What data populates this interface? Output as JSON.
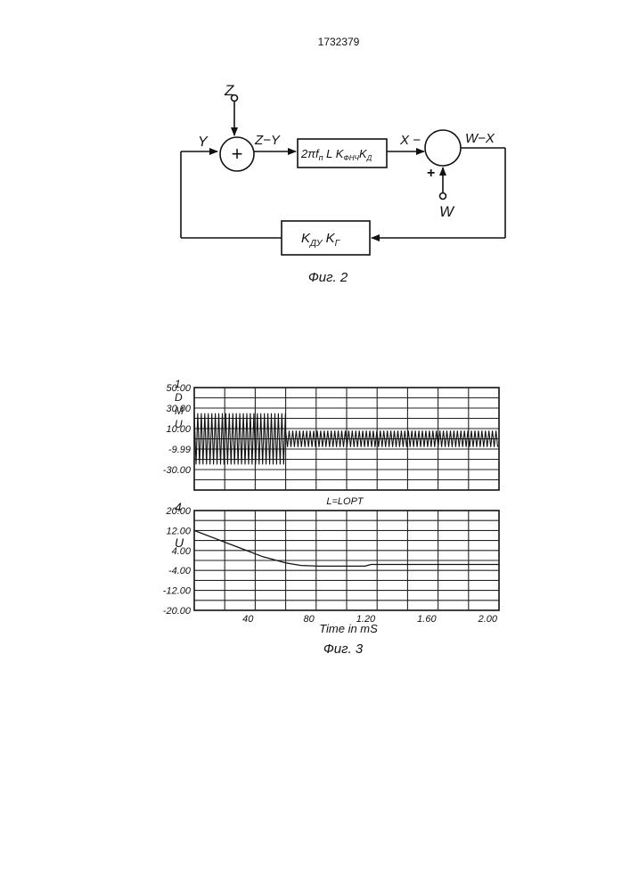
{
  "doc": {
    "number": "1732379"
  },
  "fig2": {
    "caption": "Фиг. 2",
    "signals": {
      "z": "Z",
      "y": "Y",
      "z_minus_y": "Z−Y",
      "x_minus": "X −",
      "w_minus_x": "W−X",
      "plus": "+",
      "w": "W"
    },
    "sum_symbol": "+",
    "block1": {
      "main": "2πf",
      "sub1": "п",
      "mid": " L K",
      "sub2": "ФНЧ",
      "end": "K",
      "sub3": "Д"
    },
    "block2": {
      "k1": "K",
      "sub1": "ДУ",
      "k2": " K",
      "sub2": "Г"
    }
  },
  "fig3": {
    "caption": "Фиг. 3",
    "chart_data": [
      {
        "type": "line",
        "ylabel": "1 D M U",
        "ylabel_chars": [
          "1",
          "D",
          "M",
          "U"
        ],
        "y_ticks": [
          "50.00",
          "30.00",
          "10.00",
          "-9.99",
          "-30.00"
        ],
        "y_tick_values": [
          50,
          30,
          10,
          -9.99,
          -30
        ],
        "ylim": [
          -50,
          50
        ],
        "xlim": [
          0,
          2.0
        ],
        "grid": true,
        "series": [
          {
            "description": "oscillating signal; large amplitude until ~0.6 mS, then small amplitude",
            "segments": [
              {
                "x_range": [
                  0,
                  0.6
                ],
                "center": 0,
                "amplitude": 25,
                "half_period": 0.0115
              },
              {
                "x_range": [
                  0.6,
                  2.0
                ],
                "center": 0,
                "amplitude": 8,
                "half_period": 0.0115
              }
            ]
          }
        ]
      },
      {
        "type": "line",
        "title": "L=LOPT",
        "ylabel": "4 U",
        "ylabel_chars": [
          "4",
          "U"
        ],
        "y_ticks": [
          "20.00",
          "12.00",
          "4.00",
          "-4.00",
          "-12.00",
          "-20.00"
        ],
        "y_tick_values": [
          20,
          12,
          4,
          -4,
          -12,
          -20
        ],
        "ylim": [
          -20,
          20
        ],
        "x_ticks": [
          "40",
          "80",
          "1.20",
          "1.60",
          "2.00"
        ],
        "x_tick_values": [
          0.4,
          0.8,
          1.2,
          1.6,
          2.0
        ],
        "xlabel": "Time in mS",
        "xlim": [
          0,
          2.0
        ],
        "grid": true,
        "series": [
          {
            "x": [
              0,
              0.15,
              0.3,
              0.45,
              0.6,
              0.7,
              0.82,
              1.12,
              1.16,
              1.2,
              1.6,
              2.0
            ],
            "y": [
              12,
              8.5,
              5,
              1.5,
              -1,
              -2,
              -2.3,
              -2.3,
              -1.6,
              -1.6,
              -1.6,
              -1.6
            ]
          }
        ]
      }
    ]
  }
}
